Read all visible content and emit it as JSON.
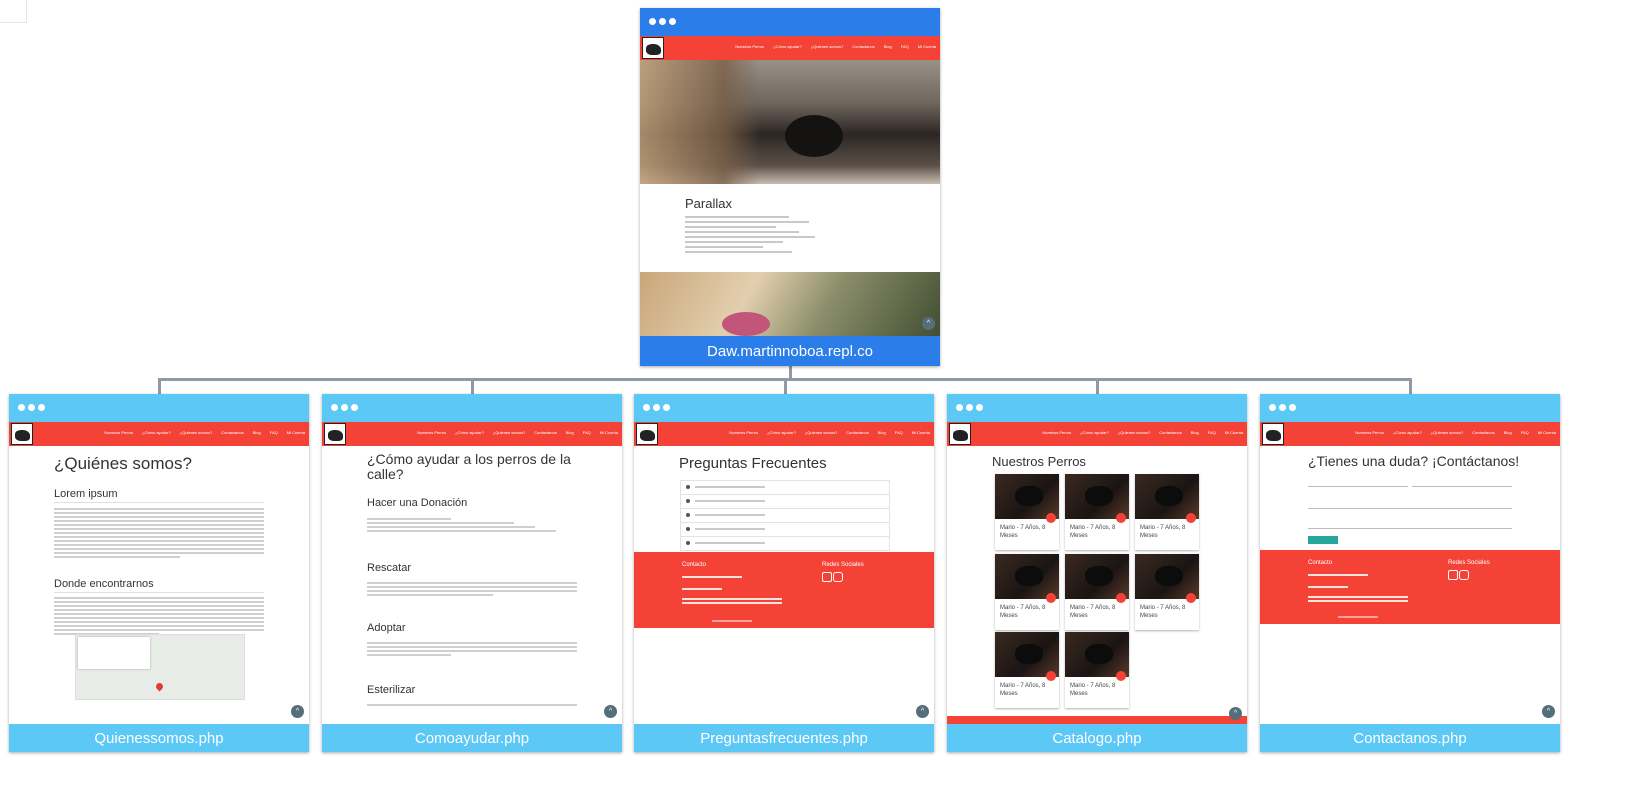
{
  "diagram": {
    "root": {
      "label": "Daw.martinnoboa.repl.co"
    },
    "children": [
      {
        "label": "Quienessomos.php"
      },
      {
        "label": "Comoayudar.php"
      },
      {
        "label": "Preguntasfrecuentes.php"
      },
      {
        "label": "Catalogo.php"
      },
      {
        "label": "Contactanos.php"
      }
    ]
  },
  "nav": {
    "links": [
      "Nuestros Perros",
      "¿Cómo ayudar?",
      "¿Quienes somos?",
      "Contactanos",
      "Blog",
      "FAQ",
      "Mi Cuenta"
    ]
  },
  "home": {
    "section_title": "Parallax"
  },
  "quienes": {
    "title": "¿Quiénes somos?",
    "h_lorem": "Lorem ipsum",
    "h_donde": "Donde encontrarnos"
  },
  "como": {
    "title": "¿Cómo ayudar a los perros de la calle?",
    "s1": "Hacer una Donación",
    "s2": "Rescatar",
    "s3": "Adoptar",
    "s4": "Esterilizar"
  },
  "faq": {
    "title": "Preguntas Frecuentes"
  },
  "catalogo": {
    "title": "Nuestros Perros",
    "dog_name": "Mario - 7 Años, 8 Meses"
  },
  "contacto": {
    "title": "¿Tienes una duda? ¡Contáctanos!"
  },
  "footer": {
    "contact": "Contacto",
    "social": "Redes Sociales"
  }
}
